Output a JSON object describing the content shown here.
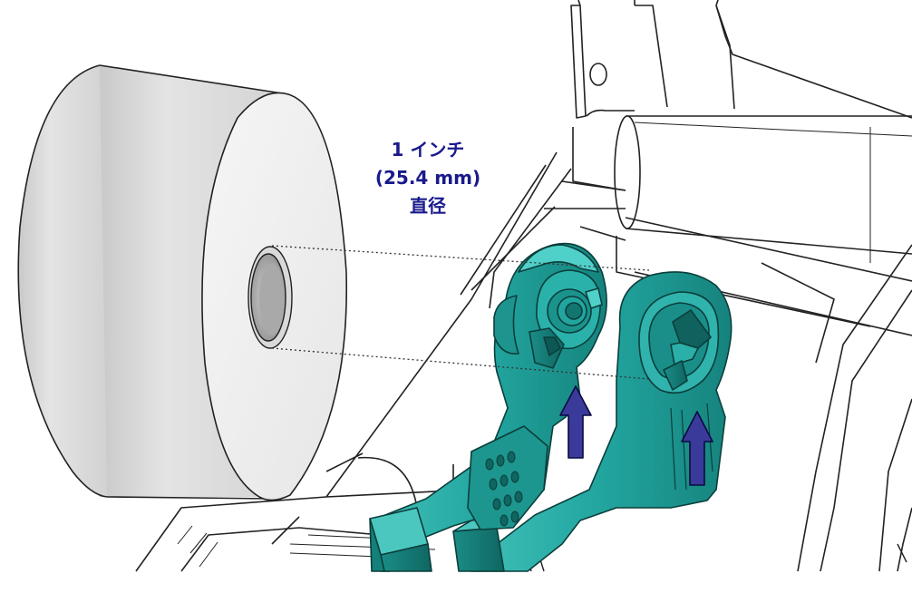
{
  "callout": {
    "line1": "1 インチ",
    "line2": "(25.4 mm)",
    "line3": "直径"
  },
  "colors": {
    "label_text": "#1a1a8c",
    "holder_teal": "#21a6a0",
    "holder_teal_dark": "#137a74",
    "arrow_fill": "#3a3a9a",
    "roll_face": "#f1f1f1",
    "roll_side": "#d6d6d6",
    "core": "#b5b5b5"
  },
  "icons": [
    "media-roll",
    "roll-core",
    "roll-holder-left",
    "roll-holder-right",
    "up-arrow-icon",
    "printer-frame"
  ]
}
